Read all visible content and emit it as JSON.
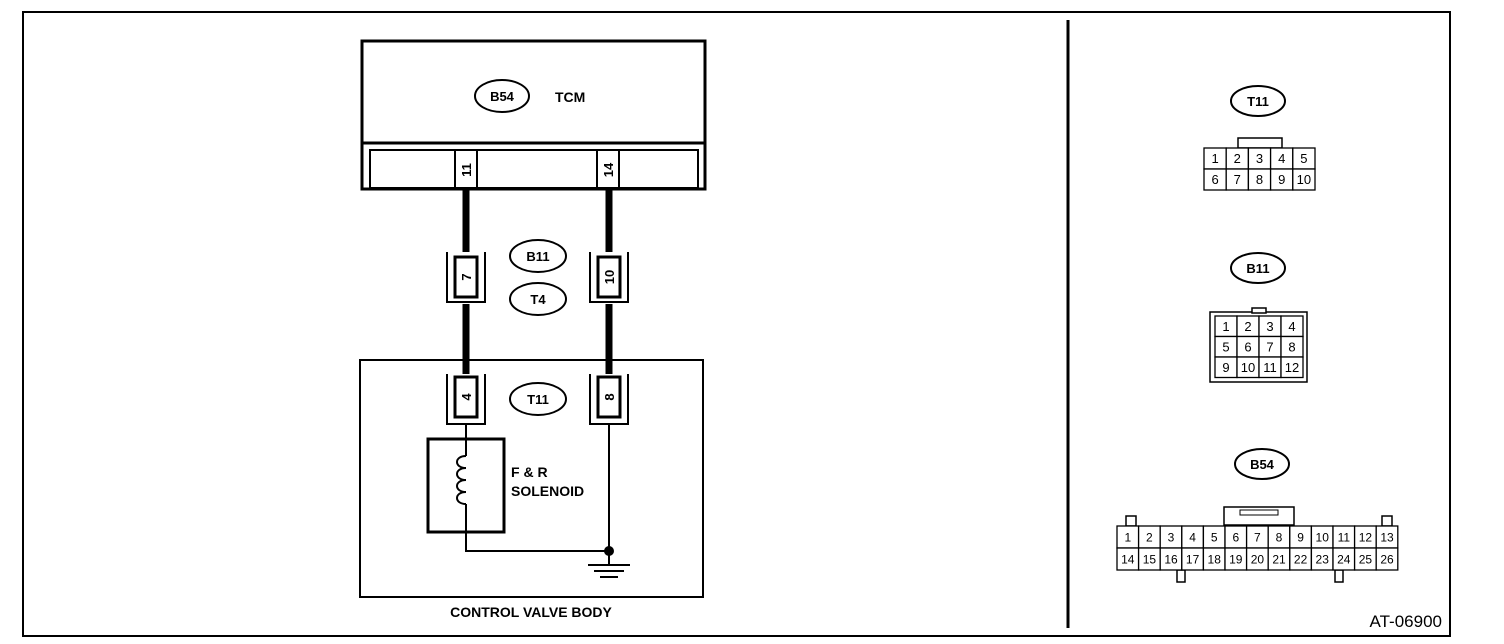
{
  "tcm": {
    "connector": "B54",
    "label": "TCM",
    "pins": [
      "11",
      "14"
    ]
  },
  "junction": {
    "connector_a": "B11",
    "connector_b": "T4",
    "pins": [
      "7",
      "10"
    ]
  },
  "control_valve_body": {
    "label": "CONTROL VALVE BODY",
    "connector": "T11",
    "pins": [
      "4",
      "8"
    ],
    "solenoid_line1": "F & R",
    "solenoid_line2": "SOLENOID"
  },
  "connector_views": [
    {
      "id": "T11",
      "rows": [
        [
          "1",
          "2",
          "3",
          "4",
          "5"
        ],
        [
          "6",
          "7",
          "8",
          "9",
          "10"
        ]
      ]
    },
    {
      "id": "B11",
      "rows": [
        [
          "1",
          "2",
          "3",
          "4"
        ],
        [
          "5",
          "6",
          "7",
          "8"
        ],
        [
          "9",
          "10",
          "11",
          "12"
        ]
      ]
    },
    {
      "id": "B54",
      "rows": [
        [
          "1",
          "2",
          "3",
          "4",
          "5",
          "6",
          "7",
          "8",
          "9",
          "10",
          "11",
          "12",
          "13"
        ],
        [
          "14",
          "15",
          "16",
          "17",
          "18",
          "19",
          "20",
          "21",
          "22",
          "23",
          "24",
          "25",
          "26"
        ]
      ]
    }
  ],
  "figure_code": "AT-06900"
}
